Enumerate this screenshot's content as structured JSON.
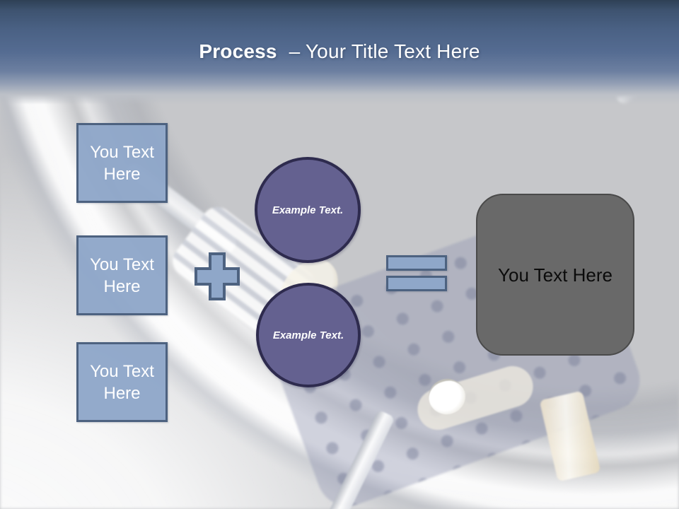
{
  "title": {
    "bold": "Process",
    "rest": "– Your Title Text Here"
  },
  "process": {
    "inputs": [
      {
        "label": "You Text Here"
      },
      {
        "label": "You Text Here"
      },
      {
        "label": "You Text Here"
      }
    ],
    "circles": [
      {
        "label": "Example Text."
      },
      {
        "label": "Example Text."
      }
    ],
    "result": {
      "label": "You Text Here"
    }
  },
  "icons": {
    "plus": "plus-icon",
    "equals": "equals-icon"
  },
  "colors": {
    "header_top": "#2e4055",
    "header_mid": "#556c92",
    "background_gray": "#c6c7ca",
    "box_fill": "#8fa7c9",
    "box_border": "#4d6280",
    "circle_fill": "#646190",
    "circle_border": "#2e2b4e",
    "result_fill": "#696969",
    "result_border": "#4a4a4a",
    "title_text": "#ffffff",
    "result_text": "#0b0b0b"
  }
}
